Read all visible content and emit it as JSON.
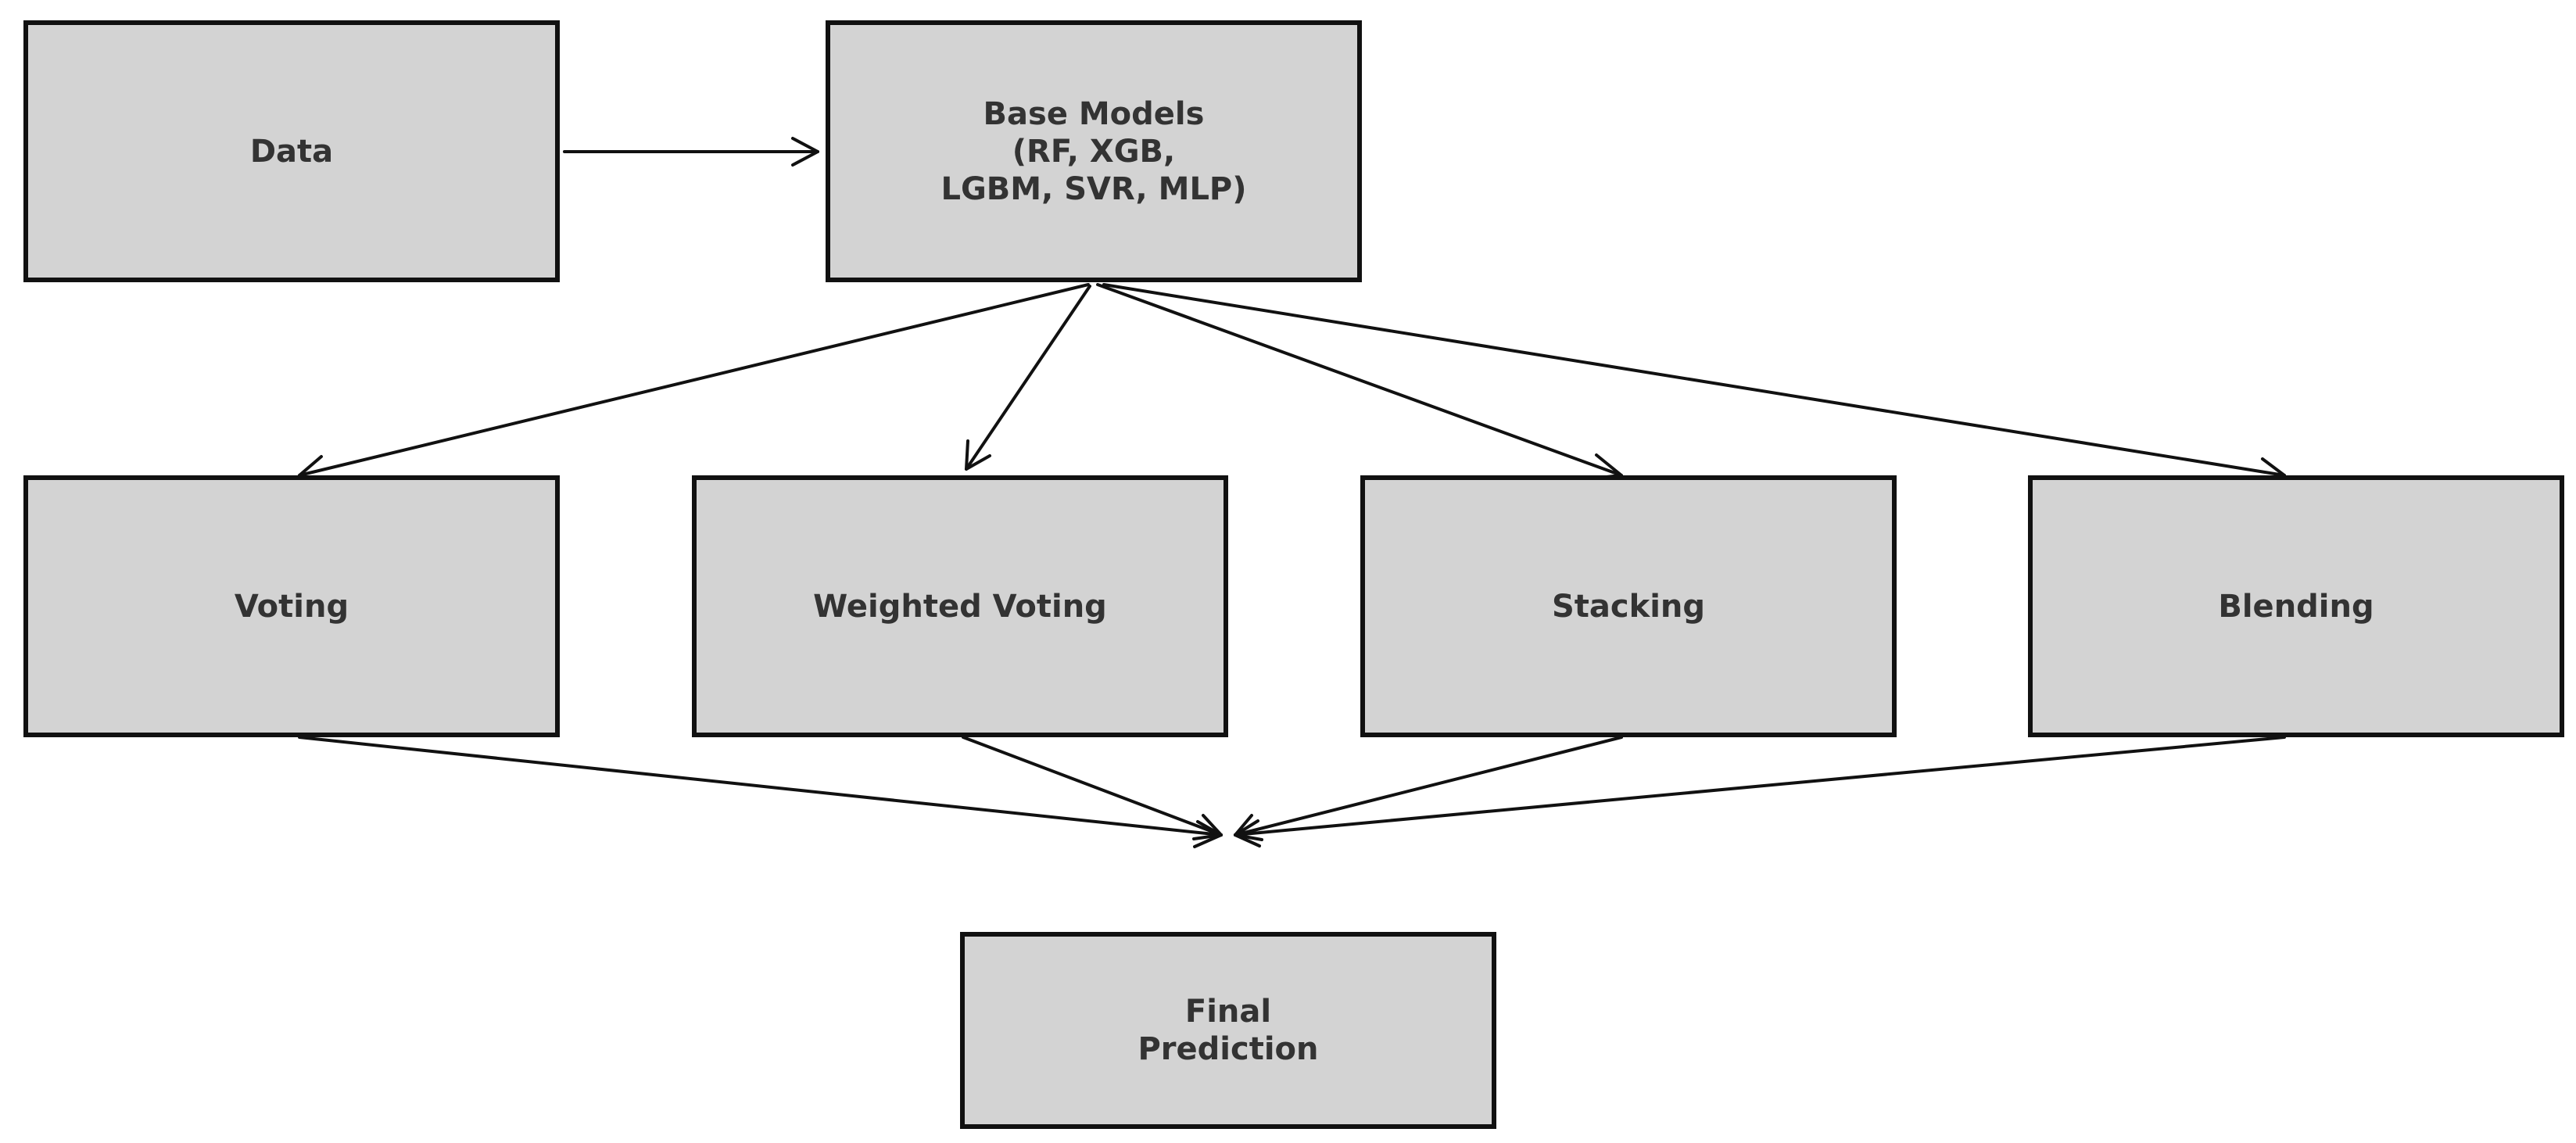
{
  "diagram": {
    "nodes": {
      "data": "Data",
      "base_models": "Base Models\n(RF, XGB,\nLGBM, SVR, MLP)",
      "voting": "Voting",
      "weighted_voting": "Weighted Voting",
      "stacking": "Stacking",
      "blending": "Blending",
      "final_prediction": "Final\nPrediction"
    },
    "edges": [
      {
        "from": "data",
        "to": "base_models"
      },
      {
        "from": "base_models",
        "to": "voting"
      },
      {
        "from": "base_models",
        "to": "weighted_voting"
      },
      {
        "from": "base_models",
        "to": "stacking"
      },
      {
        "from": "base_models",
        "to": "blending"
      },
      {
        "from": "voting",
        "to": "final_prediction"
      },
      {
        "from": "weighted_voting",
        "to": "final_prediction"
      },
      {
        "from": "stacking",
        "to": "final_prediction"
      },
      {
        "from": "blending",
        "to": "final_prediction"
      }
    ],
    "colors": {
      "box_fill": "#d3d3d3",
      "box_border": "#111111",
      "text": "#333333",
      "arrow": "#111111"
    }
  }
}
